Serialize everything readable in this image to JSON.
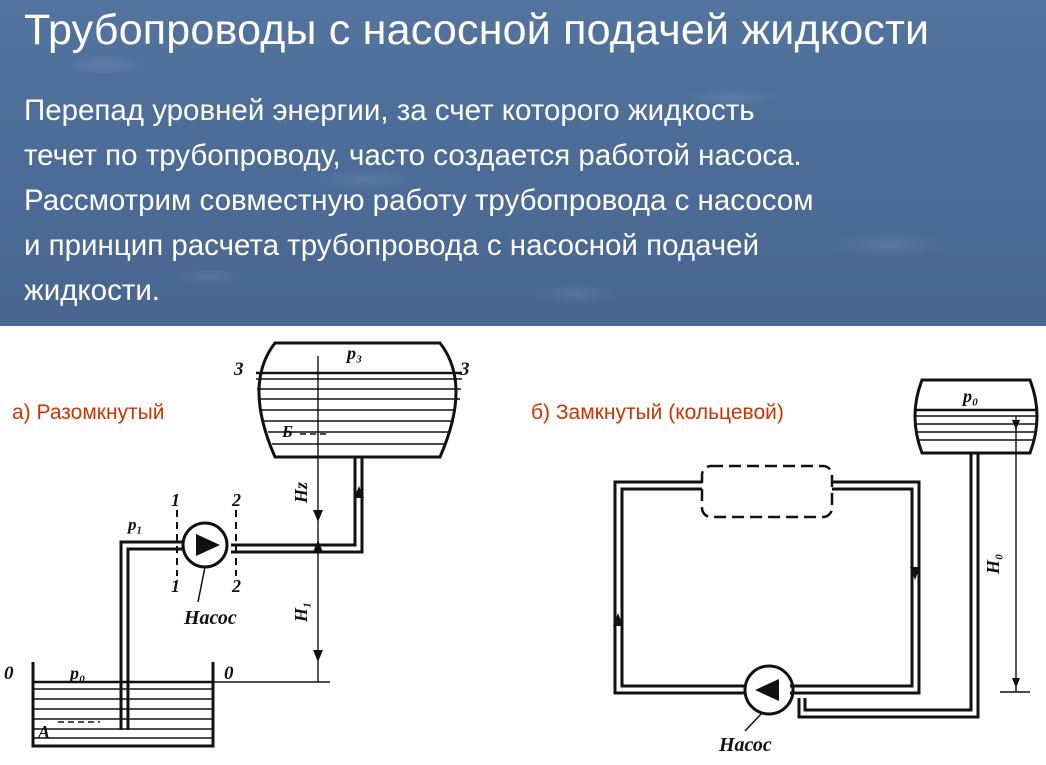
{
  "slide": {
    "title": "Трубопроводы с насосной подачей жидкости",
    "paragraph_lines": [
      "Перепад уровней энергии, за счет которого жидкость",
      "течет по трубопроводу, часто создается работой насоса.",
      "Рассмотрим совместную работу трубопровода с насосом",
      "и принцип расчета трубопровода с насосной подачей",
      "жидкости."
    ]
  },
  "diagram_a": {
    "caption": "а) Разомкнутый",
    "labels": {
      "p3": "p₃",
      "section3_left": "3",
      "section3_right": "3",
      "B": "Б",
      "Hz": "Hᴢ",
      "H1": "H₁",
      "p1": "p₁",
      "s1_top": "1",
      "s1_bottom": "1",
      "s2_top": "2",
      "s2_bottom": "2",
      "pump": "Насос",
      "section0_left": "0",
      "section0_right": "0",
      "p0": "p₀",
      "A": "A"
    }
  },
  "diagram_b": {
    "caption": "б) Замкнутый (кольцевой)",
    "labels": {
      "p0": "p₀",
      "H0": "H₀",
      "pump": "Насос"
    }
  },
  "colors": {
    "header_bg": "#4d6d99",
    "caption": "#cc3300",
    "text": "#ffffff",
    "line": "#111111"
  }
}
